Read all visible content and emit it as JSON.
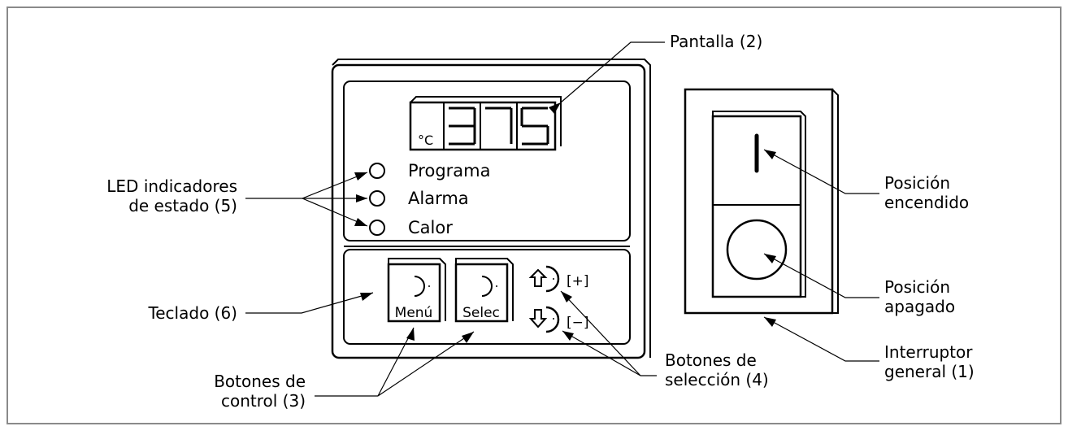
{
  "display": {
    "unit": "°C",
    "value": "375"
  },
  "leds": [
    {
      "label": "Programa"
    },
    {
      "label": "Alarma"
    },
    {
      "label": "Calor"
    }
  ],
  "keys": {
    "menu": "Menú",
    "select": "Selec",
    "plus": "[+]",
    "minus": "[−]"
  },
  "callouts": {
    "pantalla": "Pantalla (2)",
    "led_line1": "LED indicadores",
    "led_line2": "de estado (5)",
    "teclado": "Teclado (6)",
    "control_line1": "Botones de",
    "control_line2": "control (3)",
    "seleccion_line1": "Botones de",
    "seleccion_line2": "selección (4)",
    "on_line1": "Posición",
    "on_line2": "encendido",
    "off_line1": "Posición",
    "off_line2": "apagado",
    "switch_line1": "Interruptor",
    "switch_line2": "general (1)"
  }
}
